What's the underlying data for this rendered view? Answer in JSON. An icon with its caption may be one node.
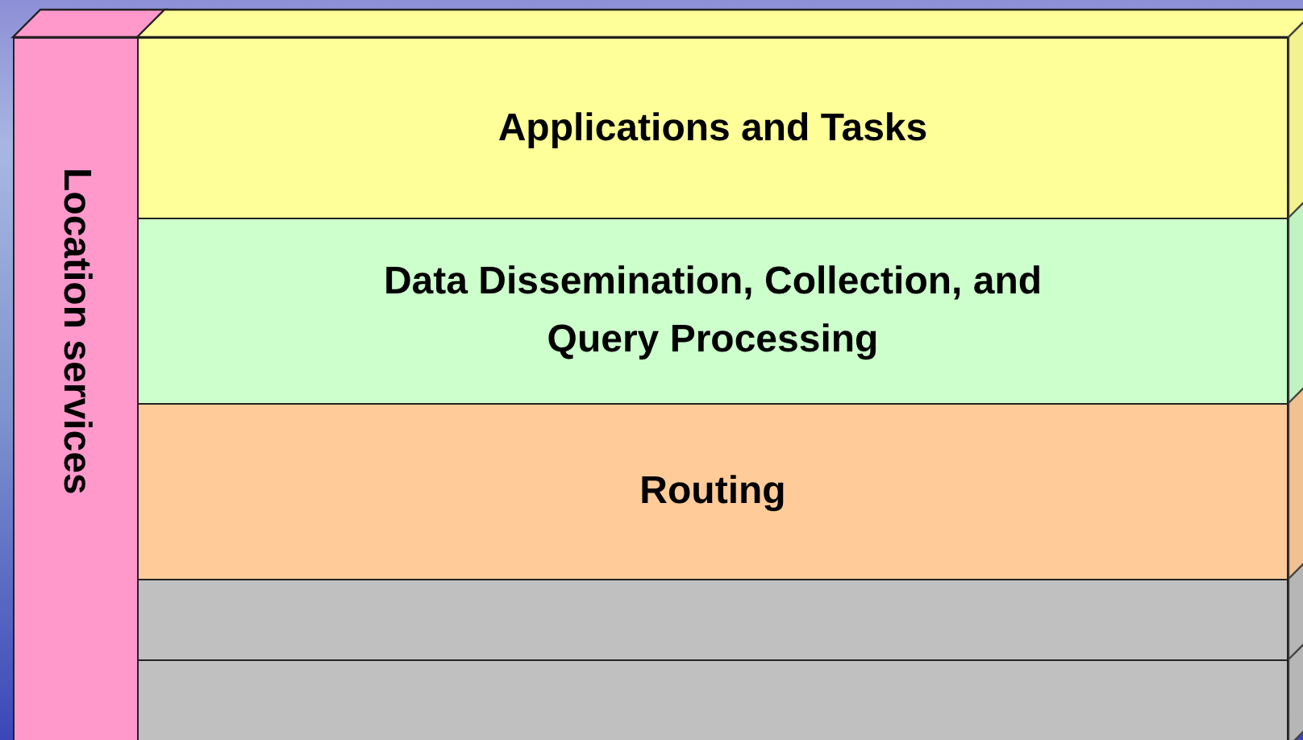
{
  "diagram": {
    "nodes": [
      {
        "text": [
          "Location services"
        ]
      },
      {
        "text": [
          "Applications and Tasks"
        ]
      },
      {
        "text": [
          "Data Dissemination, Collection, and Query Processing"
        ]
      },
      {
        "text": [
          "Routing"
        ]
      },
      {
        "text": [],
        "shape": "box"
      },
      {
        "text": [],
        "shape": "box"
      }
    ]
  }
}
